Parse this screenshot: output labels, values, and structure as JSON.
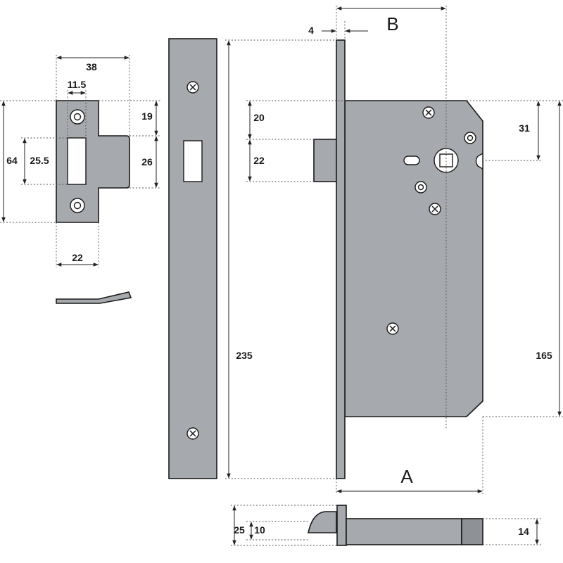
{
  "labels": {
    "d38": "38",
    "d11_5": "11.5",
    "d19": "19",
    "d64": "64",
    "d25_5": "25.5",
    "d26": "26",
    "d22_strike": "22",
    "d235": "235",
    "d4": "4",
    "dB": "B",
    "d20": "20",
    "d22_body": "22",
    "d31": "31",
    "d165": "165",
    "dA": "A",
    "d25": "25",
    "d10": "10",
    "d14": "14"
  },
  "colors": {
    "metal": "#a6a9ad",
    "outline": "#1a1a1a"
  },
  "icons": [
    "screw-head-icon",
    "spindle-square-icon"
  ]
}
